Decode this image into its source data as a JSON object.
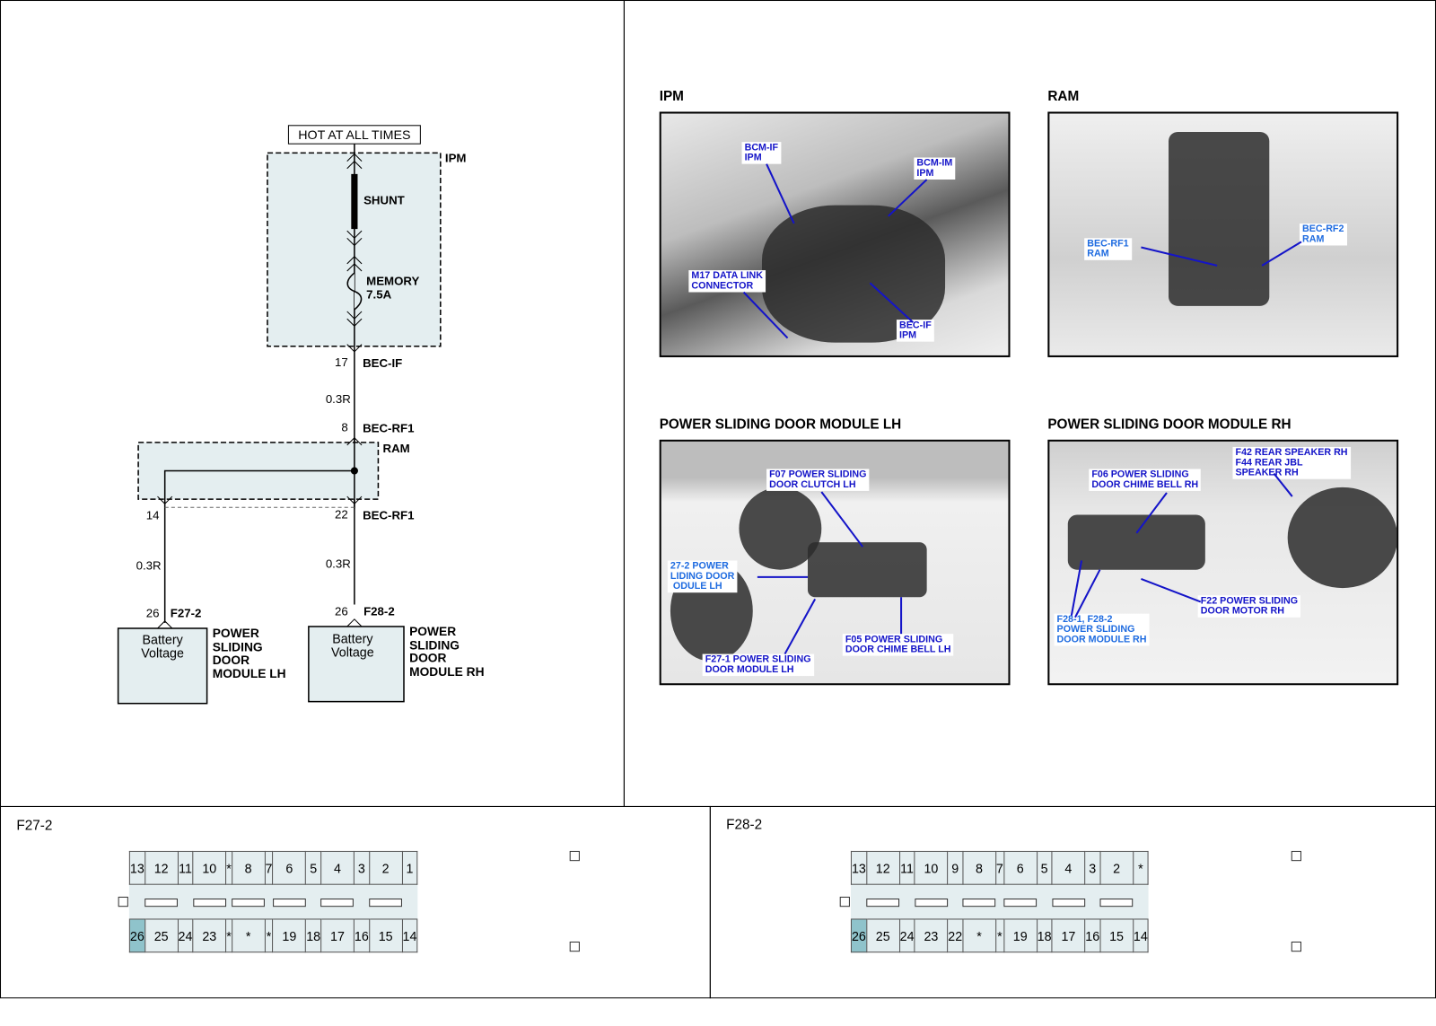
{
  "schematic": {
    "hot_label": "HOT AT ALL TIMES",
    "ipm": "IPM",
    "shunt": "SHUNT",
    "fuse_name": "MEMORY",
    "fuse_rating": "7.5A",
    "pin17": "17",
    "bec_if": "BEC-IF",
    "wire1": "0.3R",
    "pin8": "8",
    "bec_rf1_top": "BEC-RF1",
    "ram": "RAM",
    "pin14": "14",
    "pin22": "22",
    "bec_rf1_bottom": "BEC-RF1",
    "wire_lh": "0.3R",
    "wire_rh": "0.3R",
    "lh_pin": "26",
    "lh_conn": "F27-2",
    "rh_pin": "26",
    "rh_conn": "F28-2",
    "lh_box": "Battery\nVoltage",
    "rh_box": "Battery\nVoltage",
    "lh_module": "POWER\nSLIDING\nDOOR\nMODULE LH",
    "rh_module": "POWER\nSLIDING\nDOOR\nMODULE RH"
  },
  "photos": [
    {
      "title": "IPM",
      "labels": [
        "BCM-IF\nIPM",
        "BCM-IM\nIPM",
        "M17 DATA LINK\nCONNECTOR",
        "BEC-IF\nIPM"
      ]
    },
    {
      "title": "RAM",
      "labels": [
        "BEC-RF1\nRAM",
        "BEC-RF2\nRAM"
      ]
    },
    {
      "title": "POWER SLIDING DOOR MODULE LH",
      "labels": [
        "F07 POWER SLIDING\nDOOR CLUTCH LH",
        "27-2 POWER\nLIDING DOOR\n ODULE LH",
        "F05 POWER SLIDING\nDOOR CHIME BELL LH",
        "F27-1 POWER SLIDING\nDOOR MODULE LH"
      ]
    },
    {
      "title": "POWER SLIDING DOOR MODULE RH",
      "labels": [
        "F42 REAR SPEAKER RH\nF44 REAR JBL\nSPEAKER RH",
        "F06 POWER SLIDING\nDOOR CHIME BELL RH",
        "F22 POWER SLIDING\nDOOR MOTOR RH",
        "F28-1, F28-2\nPOWER SLIDING\nDOOR MODULE RH"
      ]
    }
  ],
  "connectors": [
    {
      "name": "F27-2",
      "top": [
        "13",
        "12",
        "11",
        "10",
        "*",
        "8",
        "7",
        "6",
        "5",
        "4",
        "3",
        "2",
        "1"
      ],
      "bottom": [
        "26",
        "25",
        "24",
        "23",
        "*",
        "*",
        "*",
        "19",
        "18",
        "17",
        "16",
        "15",
        "14"
      ],
      "highlight": "26"
    },
    {
      "name": "F28-2",
      "top": [
        "13",
        "12",
        "11",
        "10",
        "9",
        "8",
        "7",
        "6",
        "5",
        "4",
        "3",
        "2",
        "*"
      ],
      "bottom": [
        "26",
        "25",
        "24",
        "23",
        "22",
        "*",
        "*",
        "19",
        "18",
        "17",
        "16",
        "15",
        "14"
      ],
      "highlight": "26"
    }
  ],
  "colors": {
    "label_blue": "#1414c8",
    "module_fill": "#e4eef0",
    "highlight": "#8fc3cb"
  }
}
